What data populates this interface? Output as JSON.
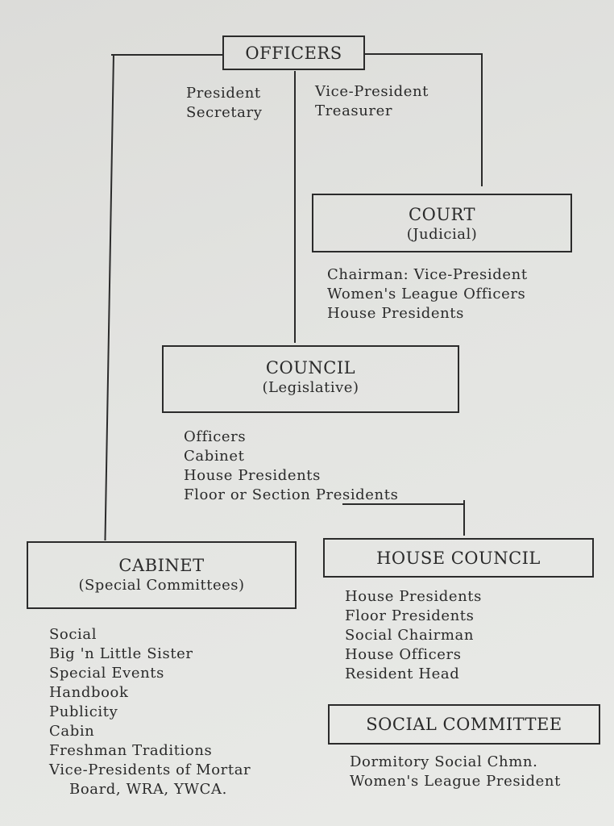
{
  "officers": {
    "title": "OFFICERS",
    "members_left": [
      "President",
      "Secretary"
    ],
    "members_right": [
      "Vice-President",
      "Treasurer"
    ]
  },
  "court": {
    "title": "COURT",
    "subtitle": "(Judicial)",
    "members": [
      "Chairman: Vice-President",
      "Women's League Officers",
      "House Presidents"
    ]
  },
  "council": {
    "title": "COUNCIL",
    "subtitle": "(Legislative)",
    "members": [
      "Officers",
      "Cabinet",
      "House Presidents",
      "Floor or Section Presidents"
    ]
  },
  "cabinet": {
    "title": "CABINET",
    "subtitle": "(Special Committees)",
    "members": [
      "Social",
      "Big 'n Little Sister",
      "Special Events",
      "Handbook",
      "Publicity",
      "Cabin",
      "Freshman Traditions",
      "Vice-Presidents of Mortar",
      "Board, WRA, YWCA."
    ]
  },
  "house_council": {
    "title": "HOUSE COUNCIL",
    "members": [
      "House Presidents",
      "Floor Presidents",
      "Social Chairman",
      "House Officers",
      "Resident Head"
    ]
  },
  "social_committee": {
    "title": "SOCIAL COMMITTEE",
    "members": [
      "Dormitory Social Chmn.",
      "Women's League President"
    ]
  }
}
